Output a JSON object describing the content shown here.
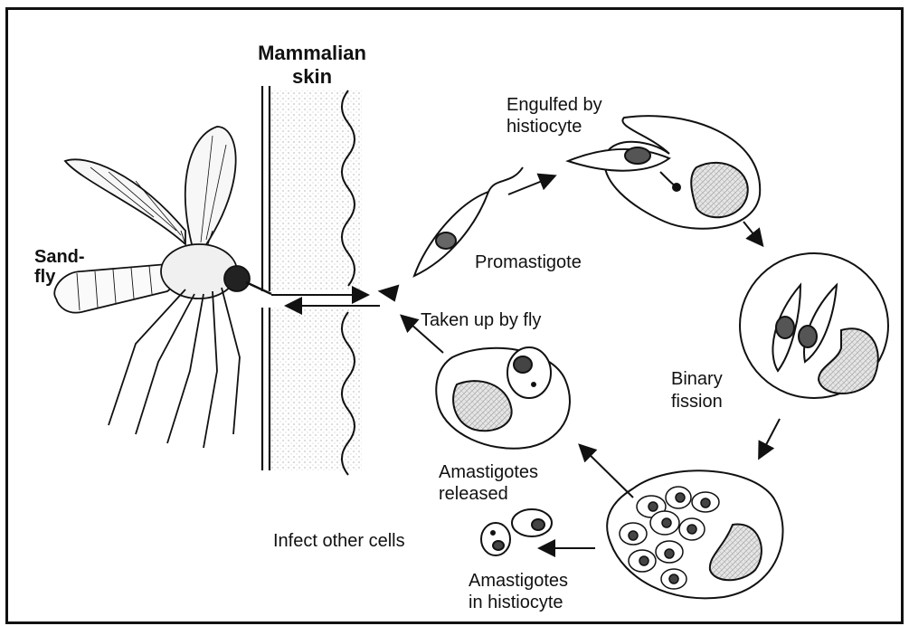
{
  "labels": {
    "skin_line1": "Mammalian",
    "skin_line2": "skin",
    "fly_line1": "Sand-",
    "fly_line2": "fly",
    "engulfed_line1": "Engulfed by",
    "engulfed_line2": "histiocyte",
    "promastigote": "Promastigote",
    "taken_up": "Taken up by fly",
    "binary_line1": "Binary",
    "binary_line2": "fission",
    "released_line1": "Amastigotes",
    "released_line2": "released",
    "infect": "Infect other cells",
    "in_histio_line1": "Amastigotes",
    "in_histio_line2": "in histiocyte"
  },
  "colors": {
    "ink": "#111111",
    "stipple": "#f3f3f3",
    "hatch": "#d8d8d8"
  }
}
